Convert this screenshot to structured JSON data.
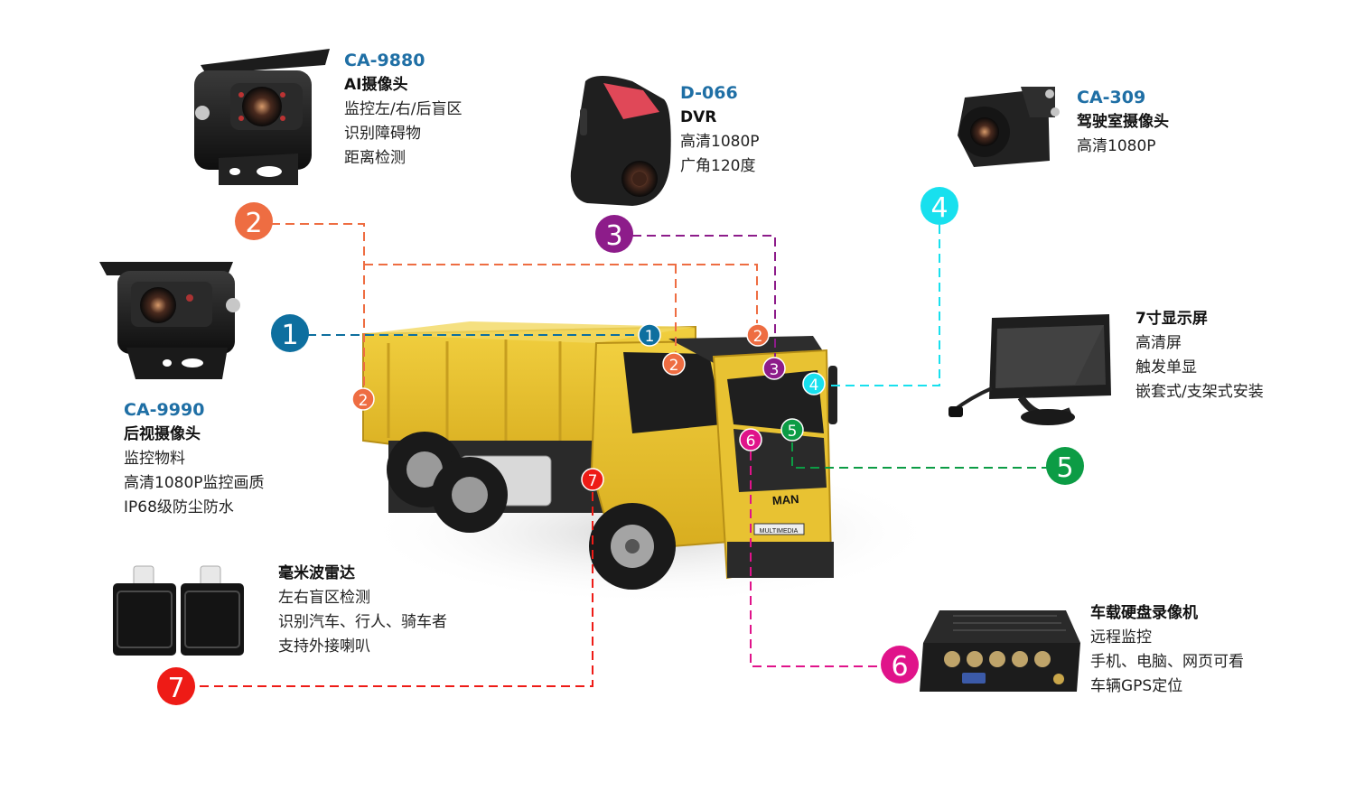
{
  "colors": {
    "c1": "#0e6f9f",
    "c2": "#ee6d42",
    "c3": "#8d1c8a",
    "c4": "#18e0ee",
    "c5": "#0c9c45",
    "c6": "#e0138a",
    "c7": "#ee1b16",
    "model_text": "#1f6fa5"
  },
  "devices": [
    {
      "id": "ca9880",
      "model": "CA-9880",
      "name": "AI摄像头",
      "lines": [
        "监控左/右/后盲区",
        "识别障碍物",
        "距离检测"
      ],
      "markers": [
        "2",
        "2",
        "2",
        "2"
      ]
    },
    {
      "id": "d066",
      "model": "D-066",
      "name": "DVR",
      "lines": [
        "高清1080P",
        "广角120度"
      ],
      "markers": [
        "3",
        "3"
      ]
    },
    {
      "id": "ca309",
      "model": "CA-309",
      "name": "驾驶室摄像头",
      "lines": [
        "高清1080P"
      ],
      "markers": [
        "4",
        "4"
      ]
    },
    {
      "id": "ca9990",
      "model": "CA-9990",
      "name": "后视摄像头",
      "lines": [
        "监控物料",
        "高清1080P监控画质",
        "IP68级防尘防水"
      ],
      "markers": [
        "1",
        "1"
      ]
    },
    {
      "id": "monitor",
      "model": "",
      "name": "7寸显示屏",
      "lines": [
        "高清屏",
        "触发单显",
        "嵌套式/支架式安装"
      ],
      "markers": [
        "5",
        "5"
      ]
    },
    {
      "id": "radar",
      "model": "",
      "name": "毫米波雷达",
      "lines": [
        "左右盲区检测",
        "识别汽车、行人、骑车者",
        "支持外接喇叭"
      ],
      "markers": [
        "7",
        "7"
      ]
    },
    {
      "id": "mdvr",
      "model": "",
      "name": "车载硬盘录像机",
      "lines": [
        "远程监控",
        "手机、电脑、网页可看",
        "车辆GPS定位"
      ],
      "markers": [
        "6",
        "6"
      ]
    }
  ],
  "truck": {
    "grille_text": "MAN",
    "plate_text": "MULTIMEDIA"
  },
  "icons": [
    "ai-camera-icon",
    "dvr-icon",
    "cabin-camera-icon",
    "rear-camera-icon",
    "monitor-icon",
    "radar-icon",
    "mdvr-icon",
    "truck-icon"
  ]
}
